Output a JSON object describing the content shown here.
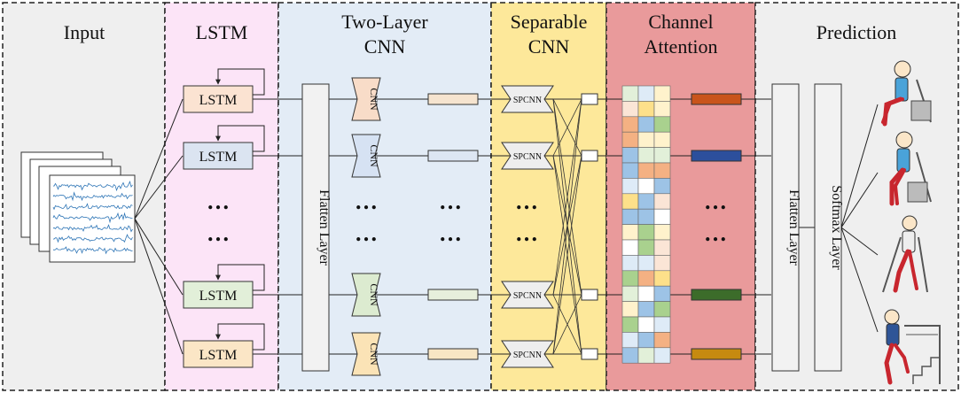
{
  "sections": {
    "input": {
      "title": "Input",
      "color": "#efefef"
    },
    "lstm": {
      "title": "LSTM",
      "color": "#fce4f7"
    },
    "two_layer_cnn": {
      "title_line1": "Two-Layer",
      "title_line2": "CNN",
      "color": "#e3ecf6"
    },
    "separable_cnn": {
      "title_line1": "Separable",
      "title_line2": "CNN",
      "color": "#fde89a"
    },
    "channel_attention": {
      "title_line1": "Channel",
      "title_line2": "Attention",
      "color": "#e99a9b"
    },
    "prediction": {
      "title": "Prediction",
      "color": "#efefef"
    }
  },
  "lstm_label": "LSTM",
  "cnn_label": "CNN",
  "spcnn_label": "SPCNN",
  "ellipsis": "…",
  "flatten_layer_label": "Flatten Layer",
  "softmax_layer_label": "Softmax Layer",
  "rows": [
    {
      "lstm_fill": "#fbe3d2",
      "cnn_fill": "#f8dcc8",
      "feature_fill": "#f6e4cf",
      "attention_color": "#c9541b"
    },
    {
      "lstm_fill": "#dbe4f1",
      "cnn_fill": "#d6e2f3",
      "feature_fill": "#dde6f3",
      "attention_color": "#2c4f9c"
    },
    {
      "lstm_fill": "#e2efd9",
      "cnn_fill": "#dcebd0",
      "feature_fill": "#e7efdc",
      "attention_color": "#3c6c2a"
    },
    {
      "lstm_fill": "#fbe6c6",
      "cnn_fill": "#fbe3b6",
      "feature_fill": "#f8e6c4",
      "attention_color": "#c68a10"
    }
  ],
  "attention_palette": [
    "#9dc3e6",
    "#fde08a",
    "#f4b183",
    "#a9d18e",
    "#fbe5d6",
    "#deebf7",
    "#e2f0d9",
    "#fff2cc",
    "#ffffff"
  ],
  "activities": [
    "sitting-down",
    "standing-up",
    "level-walking",
    "stair-ascent"
  ]
}
